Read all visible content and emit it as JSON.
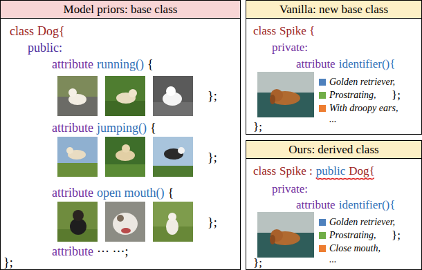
{
  "diagram": {
    "nodes": [
      {
        "text": [
          "Model priors: base class"
        ]
      },
      {
        "text": [
          "Vanilla: new base class"
        ]
      },
      {
        "text": [
          "Ours: derived class"
        ]
      }
    ],
    "labels": [
      "class",
      "Dog{",
      "public:",
      "attribute",
      "running()",
      "{",
      "};",
      "attribute",
      "jumping()",
      "{",
      "};",
      "attribute",
      "open mouth()",
      "{",
      "};",
      "attribute",
      "··· ···;",
      "};",
      "class",
      "Spike {",
      "private:",
      "attribute",
      "identifier(){",
      "...",
      "};",
      "};",
      "class",
      "Spike :",
      "public",
      "Dog{",
      "private:",
      "attribute",
      "identifier(){",
      "...",
      "};",
      "};"
    ],
    "legend": [
      {
        "text": "Golden retriever,",
        "color": "#4f81bd"
      },
      {
        "text": "Prostrating,",
        "color": "#70ad47"
      },
      {
        "text": "With droopy ears,",
        "color": "#ed7d31"
      },
      {
        "text": "Golden retriever,",
        "color": "#4f81bd"
      },
      {
        "text": "Prostrating,",
        "color": "#70ad47"
      },
      {
        "text": "Close mouth,",
        "color": "#ed7d31"
      }
    ]
  }
}
